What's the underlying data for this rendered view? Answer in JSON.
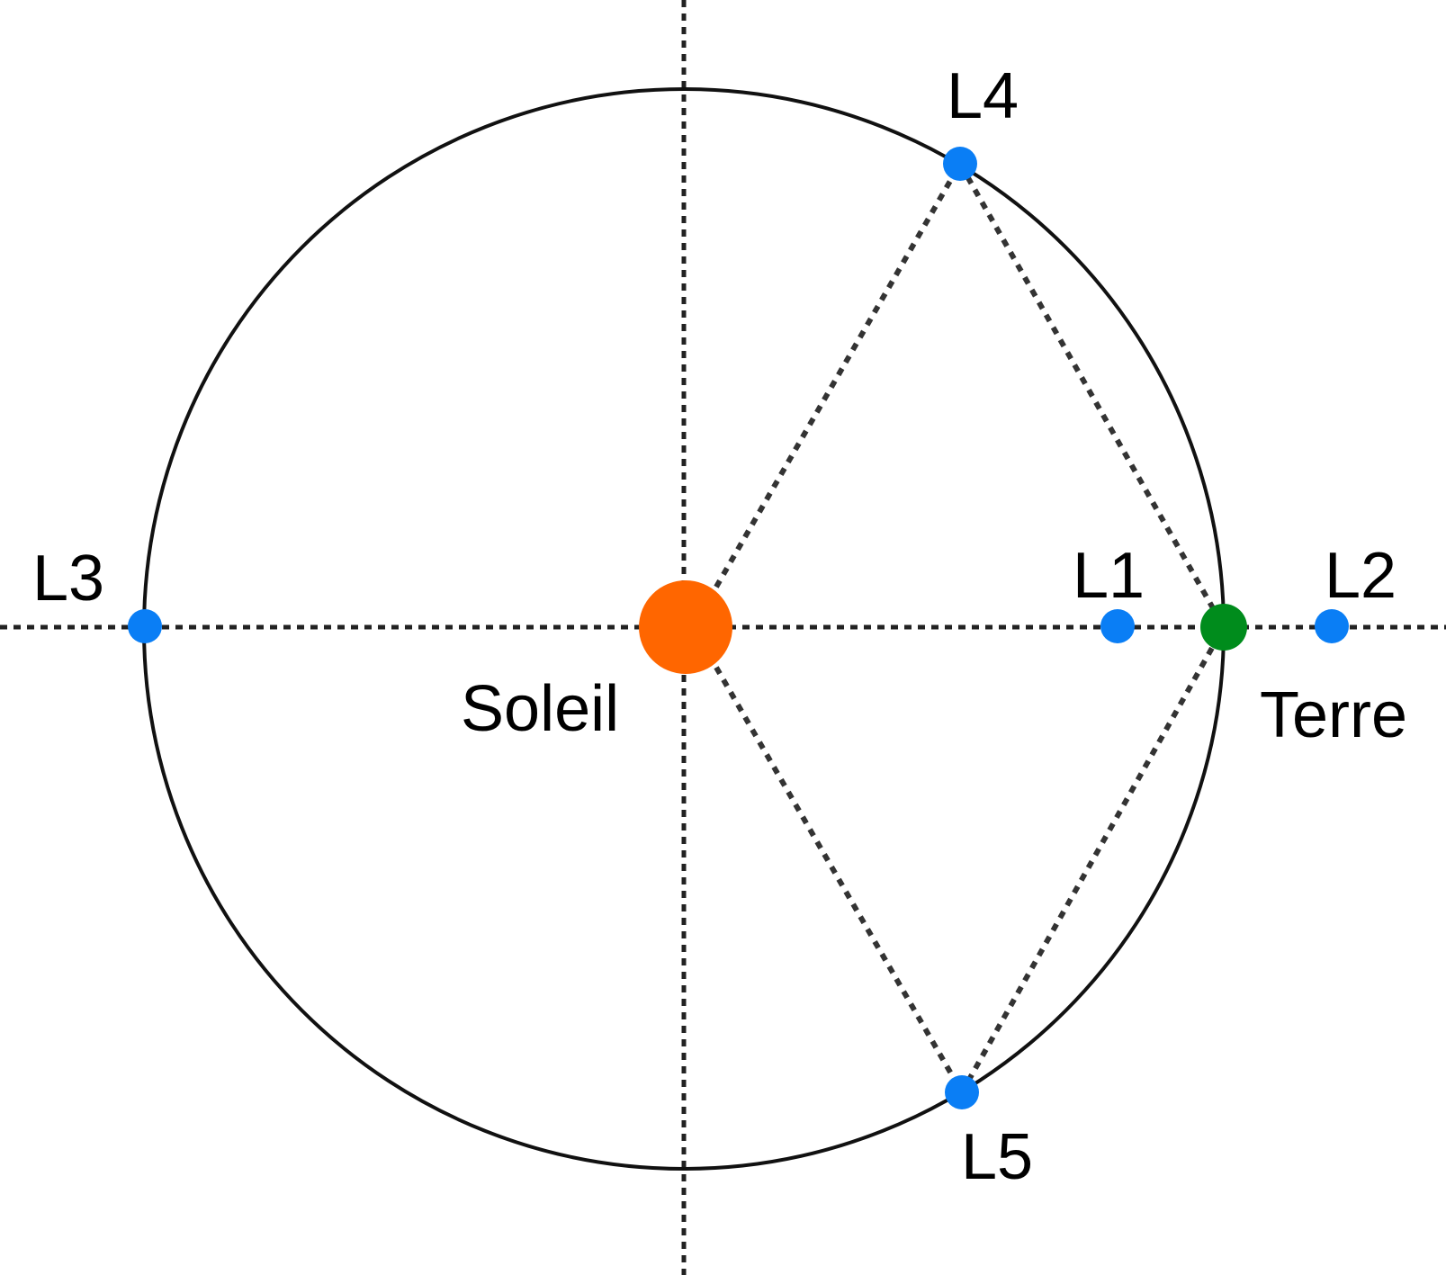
{
  "colors": {
    "sun": "#ff6600",
    "earth": "#008c1c",
    "lagrange_point": "#0a7ef5",
    "orbit": "#111111",
    "dashed_lines": "#333333",
    "background": "#ffffff"
  },
  "bodies": {
    "sun": {
      "label": "Soleil"
    },
    "earth": {
      "label": "Terre"
    }
  },
  "lagrange_points": [
    {
      "id": "L1",
      "label": "L1"
    },
    {
      "id": "L2",
      "label": "L2"
    },
    {
      "id": "L3",
      "label": "L3"
    },
    {
      "id": "L4",
      "label": "L4"
    },
    {
      "id": "L5",
      "label": "L5"
    }
  ]
}
